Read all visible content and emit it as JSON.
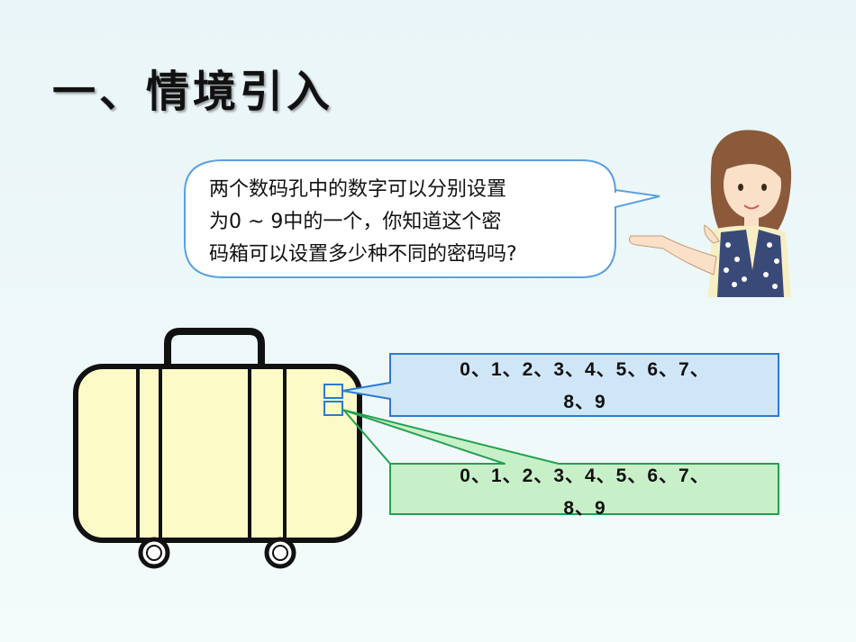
{
  "title": "一、情境引入",
  "speech": {
    "lines": [
      "两个数码孔中的数字可以分别设置",
      "为0 ~ 9中的一个，你知道这个密",
      "码箱可以设置多少种不同的密码吗?"
    ]
  },
  "digit_boxes": [
    {
      "line1": "0、1、2、3、4、5、6、7、",
      "line2": "8、9",
      "color": "#cfe6f7"
    },
    {
      "line1": "0、1、2、3、4、5、6、7、",
      "line2": "8、9",
      "color": "#c8f0c8"
    }
  ],
  "colors": {
    "suitcase_fill": "#fcfbc8",
    "bubble_border": "#5aa0e0"
  }
}
